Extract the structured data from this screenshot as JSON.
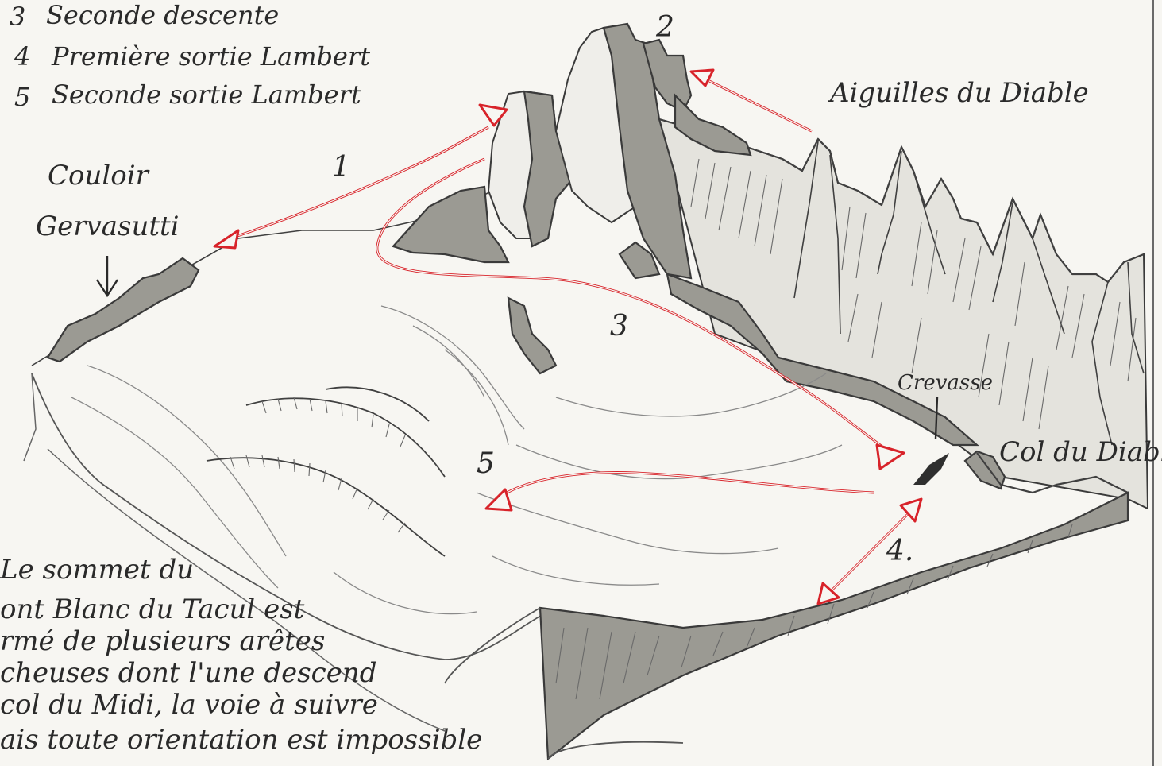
{
  "legend": [
    {
      "num": "3",
      "text": "Seconde descente"
    },
    {
      "num": "4",
      "text": "Première sortie Lambert"
    },
    {
      "num": "5",
      "text": "Seconde sortie Lambert"
    }
  ],
  "labels": {
    "aiguilles": "Aiguilles du Diable",
    "couloir_line1": "Couloir",
    "couloir_line2": "Gervasutti",
    "crevasse": "Crevasse",
    "col": "Col du Diable"
  },
  "route_numbers": {
    "r1": "1",
    "r2": "2",
    "r3": "3",
    "r4": "4.",
    "r5": "5"
  },
  "note": [
    "Le sommet du",
    "ont Blanc du Tacul est",
    "rmé de plusieurs arêtes",
    "cheuses dont l'une descend",
    "col du Midi, la voie à suivre",
    "ais toute orientation est impossible"
  ],
  "colors": {
    "route": "#d8232a",
    "pencil": "#3a3a3a",
    "shade": "#9b9a93",
    "paper": "#f7f6f2"
  }
}
